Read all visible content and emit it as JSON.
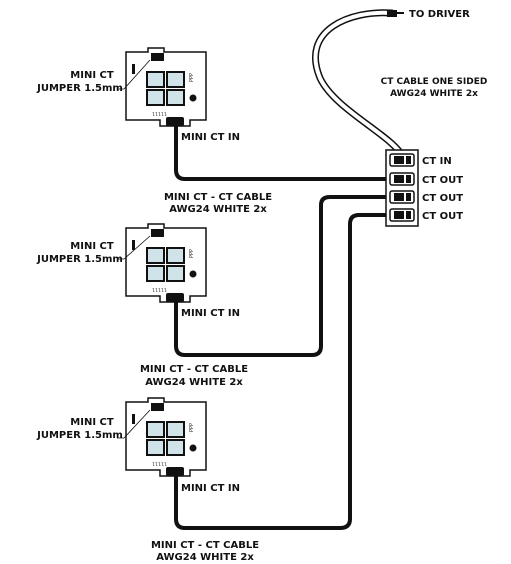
{
  "labels": {
    "to_driver": "TO DRIVER",
    "ct_cable_line1": "CT CABLE ONE SIDED",
    "ct_cable_line2": "AWG24 WHITE 2x",
    "ct_in": "CT IN",
    "ct_out": "CT OUT"
  },
  "modules": [
    {
      "jumper_line1": "MINI CT",
      "jumper_line2": "JUMPER 1.5mm",
      "connector_label": "MINI CT IN",
      "cable_line1": "MINI CT - CT CABLE",
      "cable_line2": "AWG24 WHITE 2x"
    },
    {
      "jumper_line1": "MINI CT",
      "jumper_line2": "JUMPER 1.5mm",
      "connector_label": "MINI CT IN",
      "cable_line1": "MINI CT - CT CABLE",
      "cable_line2": "AWG24 WHITE 2x"
    },
    {
      "jumper_line1": "MINI CT",
      "jumper_line2": "JUMPER 1.5mm",
      "connector_label": "MINI CT IN",
      "cable_line1": "MINI CT - CT CABLE",
      "cable_line2": "AWG24 WHITE 2x"
    }
  ],
  "colors": {
    "cable": "#111111",
    "board_fill": "#ffffff",
    "pad_fill": "#cfe3e8",
    "stroke": "#111111"
  }
}
